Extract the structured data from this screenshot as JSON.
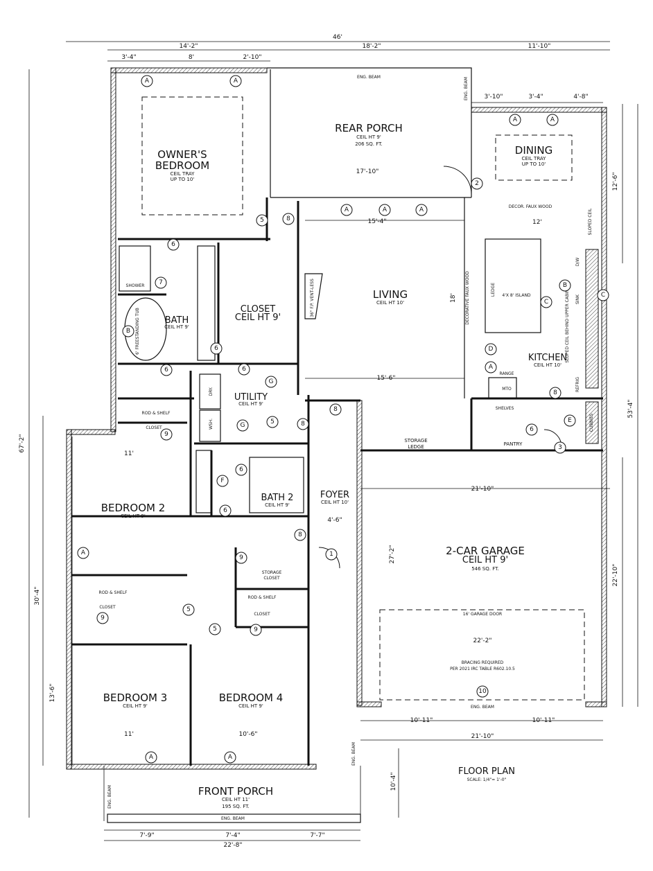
{
  "rooms": {
    "owners_bedroom": {
      "name_l1": "OWNER'S",
      "name_l2": "BEDROOM",
      "ceil": "CEIL TRAY",
      "ceil2": "UP TO 10'"
    },
    "rear_porch": {
      "name": "REAR PORCH",
      "ceil": "CEIL HT 9'",
      "area": "206 SQ. FT."
    },
    "dining": {
      "name": "DINING",
      "ceil": "CEIL TRAY",
      "ceil2": "UP TO 10'"
    },
    "living": {
      "name": "LIVING",
      "ceil": "CEIL HT 10'"
    },
    "closet_main": {
      "name": "CLOSET",
      "ceil": "CEIL HT 9'"
    },
    "bath": {
      "name": "BATH",
      "ceil": "CEIL HT 9'"
    },
    "kitchen": {
      "name": "KITCHEN",
      "ceil": "CEIL HT 10'"
    },
    "utility": {
      "name": "UTILITY",
      "ceil": "CEIL HT 9'"
    },
    "bedroom2": {
      "name": "BEDROOM 2",
      "ceil": "CEIL HT 9'"
    },
    "bath2": {
      "name": "BATH 2",
      "ceil": "CEIL HT 9'"
    },
    "foyer": {
      "name": "FOYER",
      "ceil": "CEIL HT 10'"
    },
    "garage": {
      "name": "2-CAR GARAGE",
      "ceil": "CEIL HT 9'",
      "area": "546 SQ. FT."
    },
    "bedroom3": {
      "name": "BEDROOM 3",
      "ceil": "CEIL HT 9'"
    },
    "bedroom4": {
      "name": "BEDROOM 4",
      "ceil": "CEIL HT 9'"
    },
    "front_porch": {
      "name": "FRONT PORCH",
      "ceil": "CEIL HT 11'",
      "area": "195 SQ. FT."
    },
    "pantry": {
      "name": "PANTRY"
    },
    "storage_closet": {
      "name_l1": "STORAGE",
      "name_l2": "CLOSET"
    }
  },
  "labels": {
    "eng_beam": "ENG. BEAM",
    "decor_faux_wood": "DECOR. FAUX WOOD",
    "decorative_faux_wood": "DECORATIVE FAUX WOOD",
    "island": "4'X 8' ISLAND",
    "ledge": "LEDGE",
    "range": "RANGE",
    "mto": "MTO",
    "shelves": "SHELVES",
    "storage_ledge_l1": "STORAGE",
    "storage_ledge_l2": "LEDGE",
    "rod_shelf": "ROD & SHELF",
    "closet": "CLOSET",
    "shower": "SHOWER",
    "tub": "6' FREESTANDING TUB",
    "dry": "DRY.",
    "wsh": "WSH.",
    "dw": "D/W",
    "sink": "SINK",
    "refrig": "REFRIG",
    "cubbies": "CUBBIES",
    "sloped_ceil": "SLOPED CEIL",
    "sloped_ceil_cab": "SLOPED CEIL BEHIND UPPER CABINETS",
    "fireplace": "36\" F.P. VENT-LESS",
    "garage_door": "16' GARAGE DOOR",
    "bracing_l1": "BRACING REQUIRED",
    "bracing_l2": "PER 2021 IRC TABLE R602.10.5",
    "plan_title": "FLOOR PLAN",
    "plan_scale": "SCALE: 1/4\"= 1'-0\"",
    "ceil_ht_9": "CEIL HT 9'"
  },
  "dims": {
    "overall_w": "46'",
    "top_a": "14'-2\"",
    "top_b": "18'-2\"",
    "top_c": "11'-10\"",
    "top_sub_a": "3'-4\"",
    "top_sub_b": "8'",
    "top_sub_c": "2'-10\"",
    "dining_a": "3'-10\"",
    "dining_b": "3'-4\"",
    "dining_c": "4'-8\"",
    "left_overall": "67'-2\"",
    "left_top": "30'-4\"",
    "left_bot": "13'-6\"",
    "right_overall": "53'-4\"",
    "right_a": "12'-6\"",
    "right_b": "22'-10\"",
    "bottom_porch": "22'-8\"",
    "bottom_a": "7'-9\"",
    "bottom_b": "7'-4\"",
    "bottom_c": "7'-7\"",
    "garage_w": "21'-10\"",
    "garage_w2": "22'-2\"",
    "garage_half": "10'-11\"",
    "garage_depth": "27'-2\"",
    "living_w": "15'-4\"",
    "living_d": "18'",
    "living_w2": "15'-6\"",
    "kitchen_w": "12'",
    "foyer_w": "4'-6\"",
    "front_depth": "10'-4\"",
    "br3_w": "11'",
    "br4_w": "10'-6\"",
    "br2_w": "11'",
    "rear_w": "17'-10\""
  },
  "tags": [
    "A",
    "A",
    "A",
    "A",
    "A",
    "A",
    "A",
    "A",
    "A",
    "A",
    "A",
    "B",
    "B",
    "C",
    "C",
    "D",
    "E",
    "F",
    "G",
    "G",
    "1",
    "2",
    "3",
    "5",
    "5",
    "5",
    "5",
    "6",
    "6",
    "6",
    "6",
    "6",
    "6",
    "6",
    "7",
    "8",
    "8",
    "8",
    "8",
    "8",
    "9",
    "9",
    "9",
    "9",
    "10"
  ]
}
